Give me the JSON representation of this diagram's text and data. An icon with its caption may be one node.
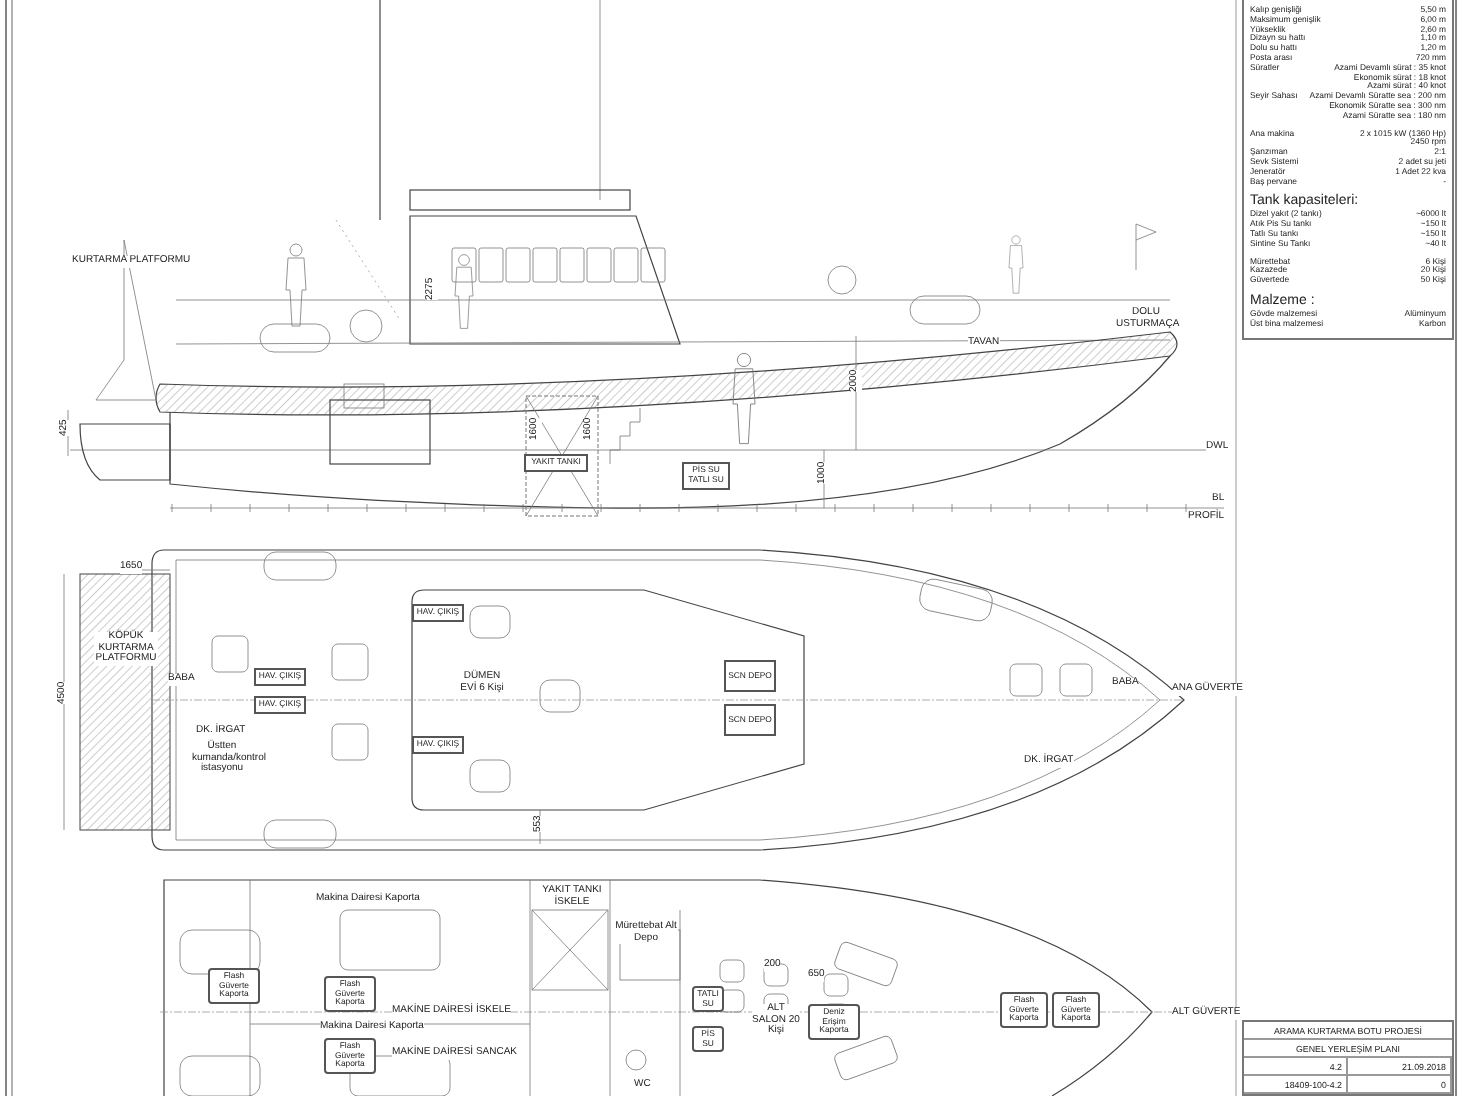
{
  "diagram": {
    "nodes": [
      {
        "text": [
          "YAKIT TANKI"
        ]
      },
      {
        "text": [
          "PİS SU TATLI SU"
        ]
      },
      {
        "text": [
          "HAV. ÇIKIŞ"
        ]
      },
      {
        "text": [
          "HAV. ÇIKIŞ"
        ]
      },
      {
        "text": [
          "HAV. ÇIKIŞ"
        ]
      },
      {
        "text": [
          "HAV. ÇIKIŞ"
        ]
      },
      {
        "text": [
          "SCN DEPO"
        ]
      },
      {
        "text": [
          "SCN DEPO"
        ]
      },
      {
        "text": [
          "Flash Güverte Kaporta"
        ]
      },
      {
        "text": [
          "Flash Güverte Kaporta"
        ]
      },
      {
        "text": [
          "Flash Güverte Kaporta"
        ]
      },
      {
        "text": [
          "TATLI SU"
        ]
      },
      {
        "text": [
          "PİS SU"
        ]
      },
      {
        "text": [
          "Deniz Erişim Kaporta"
        ]
      },
      {
        "text": [
          "Flash Güverte Kaporta"
        ]
      },
      {
        "text": [
          "Flash Güverte Kaporta"
        ]
      }
    ],
    "labels": [
      "KURTARMA PLATFORMU",
      "425",
      "2275",
      "1600",
      "1600",
      "TAVAN",
      "DOLU USTURMAÇA",
      "2000",
      "1000",
      "DWL",
      "BL",
      "PROFİL",
      "1650",
      "4500",
      "KÖPÜK KURTARMA PLATFORMU",
      "BABA",
      "DK. İRGAT",
      "Üstten kumanda/kontrol istasyonu",
      "DÜMEN EVİ 6 Kişi",
      "BABA",
      "ANA GÜVERTE",
      "DK. İRGAT",
      "553",
      "Makina Dairesi Kaporta",
      "YAKIT TANKI İSKELE",
      "Mürettebat Alt Depo",
      "MAKİNE DAİRESİ İSKELE",
      "Makina Dairesi Kaporta",
      "MAKİNE DAİRESİ SANCAK",
      "ALT SALON 20 Kişi",
      "200",
      "650",
      "ALT GÜVERTE",
      "WC",
      "Kalıp genişliği",
      "5,50 m",
      "Maksimum genişlik",
      "6,00 m",
      "Yükseklik",
      "2,60 m",
      "Dizayn su hattı",
      "1,10 m",
      "Dolu su hattı",
      "1,20 m",
      "Posta arası",
      "720 mm",
      "Süratler",
      "Azami Devamlı sürat : 35 knot",
      "Ekonomik sürat : 18 knot",
      "Azami sürat : 40 knot",
      "Seyir Sahası",
      "Azami Devamlı Süratte sea : 200 nm",
      "Ekonomik Süratte sea : 300 nm",
      "Azami Süratte sea : 180 nm",
      "Ana makina",
      "2 x 1015 kW (1360 Hp)",
      "2450 rpm",
      "Şanzıman",
      "2:1",
      "Sevk Sistemi",
      "2 adet su jeti",
      "Jeneratör",
      "1 Adet 22 kva",
      "Baş pervane",
      "-",
      "Tank kapasiteleri:",
      "Dizel yakıt (2 tankı)",
      "~6000 lt",
      "Atık Pis Su tankı",
      "~150 lt",
      "Tatlı Su tankı",
      "~150 lt",
      "Sintine Su Tankı",
      "~40 lt",
      "Mürettebat",
      "6 Kişi",
      "Kazazede",
      "20 Kişi",
      "Güvertede",
      "50 Kişi",
      "Malzeme :",
      "Gövde malzemesi",
      "Alüminyum",
      "Üst bina malzemesi",
      "Karbon",
      "ARAMA KURTARMA BOTU PROJESİ",
      "GENEL YERLEŞİM PLANI",
      "4.2",
      "21.09.2018",
      "18409-100-4.2",
      "0"
    ]
  }
}
